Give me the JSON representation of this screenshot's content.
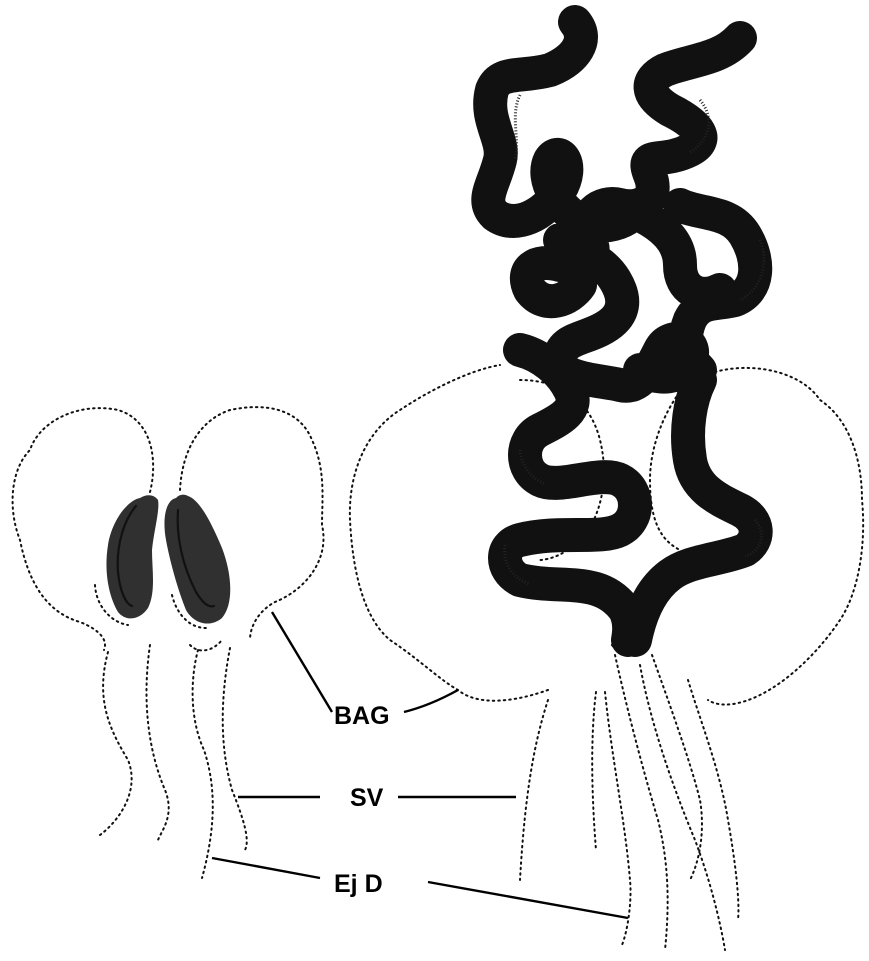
{
  "labels": {
    "bag": "BAG",
    "sv": "SV",
    "ejd": "Ej D"
  },
  "colors": {
    "ink": "#111111",
    "paper": "#ffffff"
  }
}
